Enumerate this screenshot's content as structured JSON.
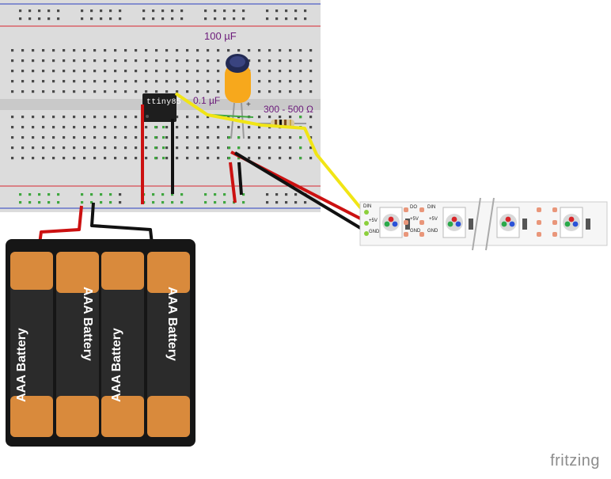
{
  "capacitor": {
    "label": "100 µF",
    "polarity": "+"
  },
  "ceramic_capacitor": {
    "label": "0.1 µF"
  },
  "resistor": {
    "label": "300 - 500 Ω"
  },
  "chip": {
    "label": "ttiny85"
  },
  "batteries": {
    "labels": [
      "AAA Battery",
      "AAA Battery",
      "AAA Battery",
      "AAA Battery"
    ]
  },
  "strip": {
    "pin_labels": [
      "DIN",
      "+5V",
      "GND"
    ],
    "pad_labels": [
      "DO",
      "DIN",
      "+5V",
      "+5V",
      "GND",
      "GND"
    ]
  },
  "branding": {
    "logo": "fritzing"
  },
  "colors": {
    "breadboard": "#dcdcdc",
    "rail_red": "#d9262f",
    "rail_blue": "#2a3fbf",
    "wire_red": "#cc1111",
    "wire_black": "#111111",
    "wire_yellow": "#f1e515",
    "capacitor_body": "#f7a81c",
    "battery_copper": "#d98a3c"
  }
}
